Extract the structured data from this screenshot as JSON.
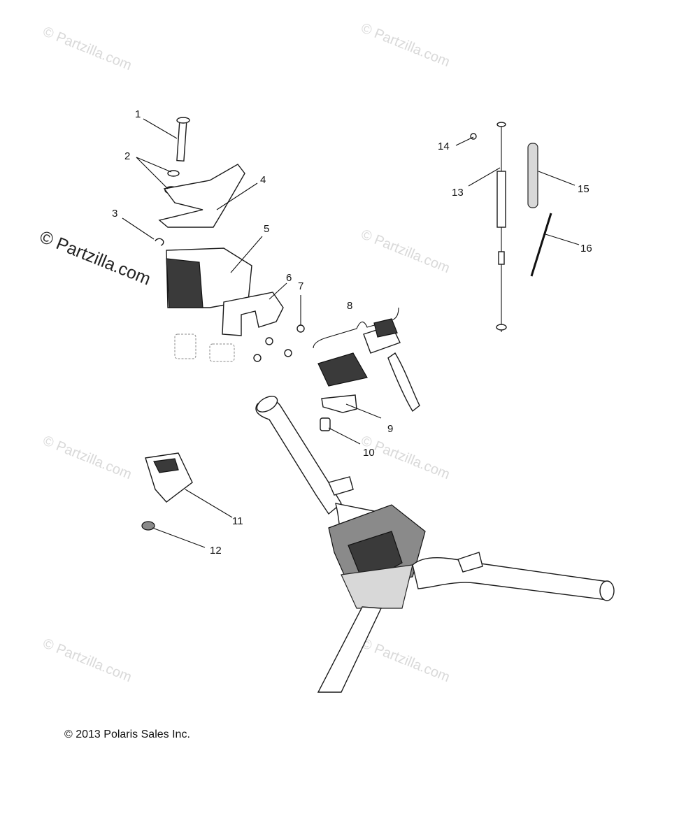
{
  "callouts": [
    "1",
    "2",
    "3",
    "4",
    "5",
    "6",
    "7",
    "8",
    "9",
    "10",
    "11",
    "12",
    "13",
    "14",
    "15",
    "16"
  ],
  "watermark": {
    "small": "© Partzilla.com",
    "large": "© Partzilla.com"
  },
  "copyright": "© 2013 Polaris Sales Inc."
}
